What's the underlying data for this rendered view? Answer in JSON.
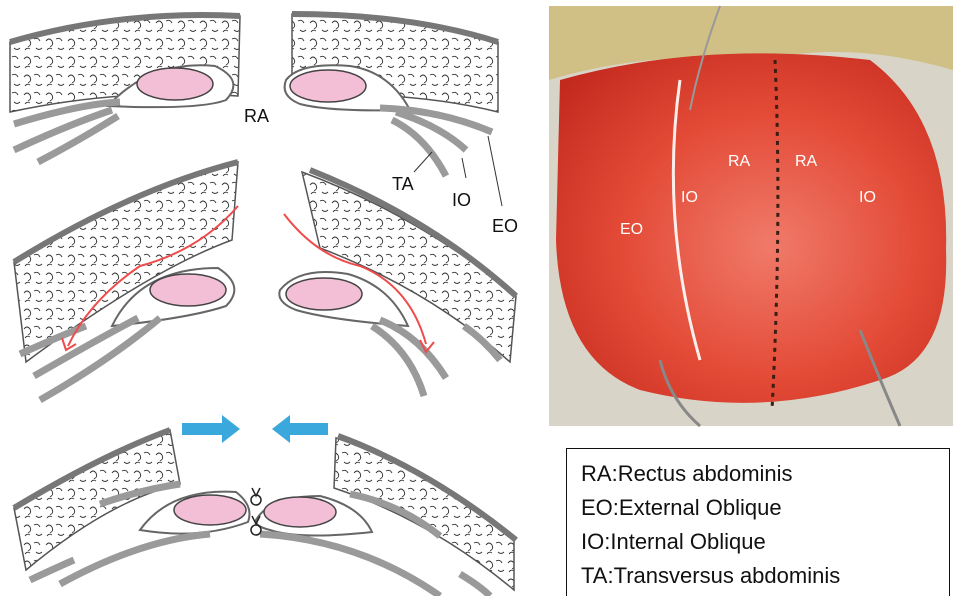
{
  "labels": {
    "ra": "RA",
    "ta": "TA",
    "io": "IO",
    "eo": "EO"
  },
  "photo_labels": {
    "ra_left": "RA",
    "ra_right": "RA",
    "io_left": "IO",
    "io_right": "IO",
    "eo": "EO"
  },
  "legend": [
    {
      "abbr": "RA",
      "sep": ": ",
      "text": "Rectus abdominis"
    },
    {
      "abbr": "EO",
      "sep": ": ",
      "text": "External Oblique"
    },
    {
      "abbr": "IO",
      "sep": " : ",
      "text": "Internal Oblique"
    },
    {
      "abbr": "TA",
      "sep": " : ",
      "text": "Transversus abdominis"
    }
  ],
  "colors": {
    "muscle_fill": "#f2bfd6",
    "sheath_gray": "#9a9a9a",
    "skin_outline": "#444444",
    "arrow_red": "#ef4b4b",
    "arrow_blue": "#3aa8dd",
    "photo_red": "#d93a2e"
  }
}
